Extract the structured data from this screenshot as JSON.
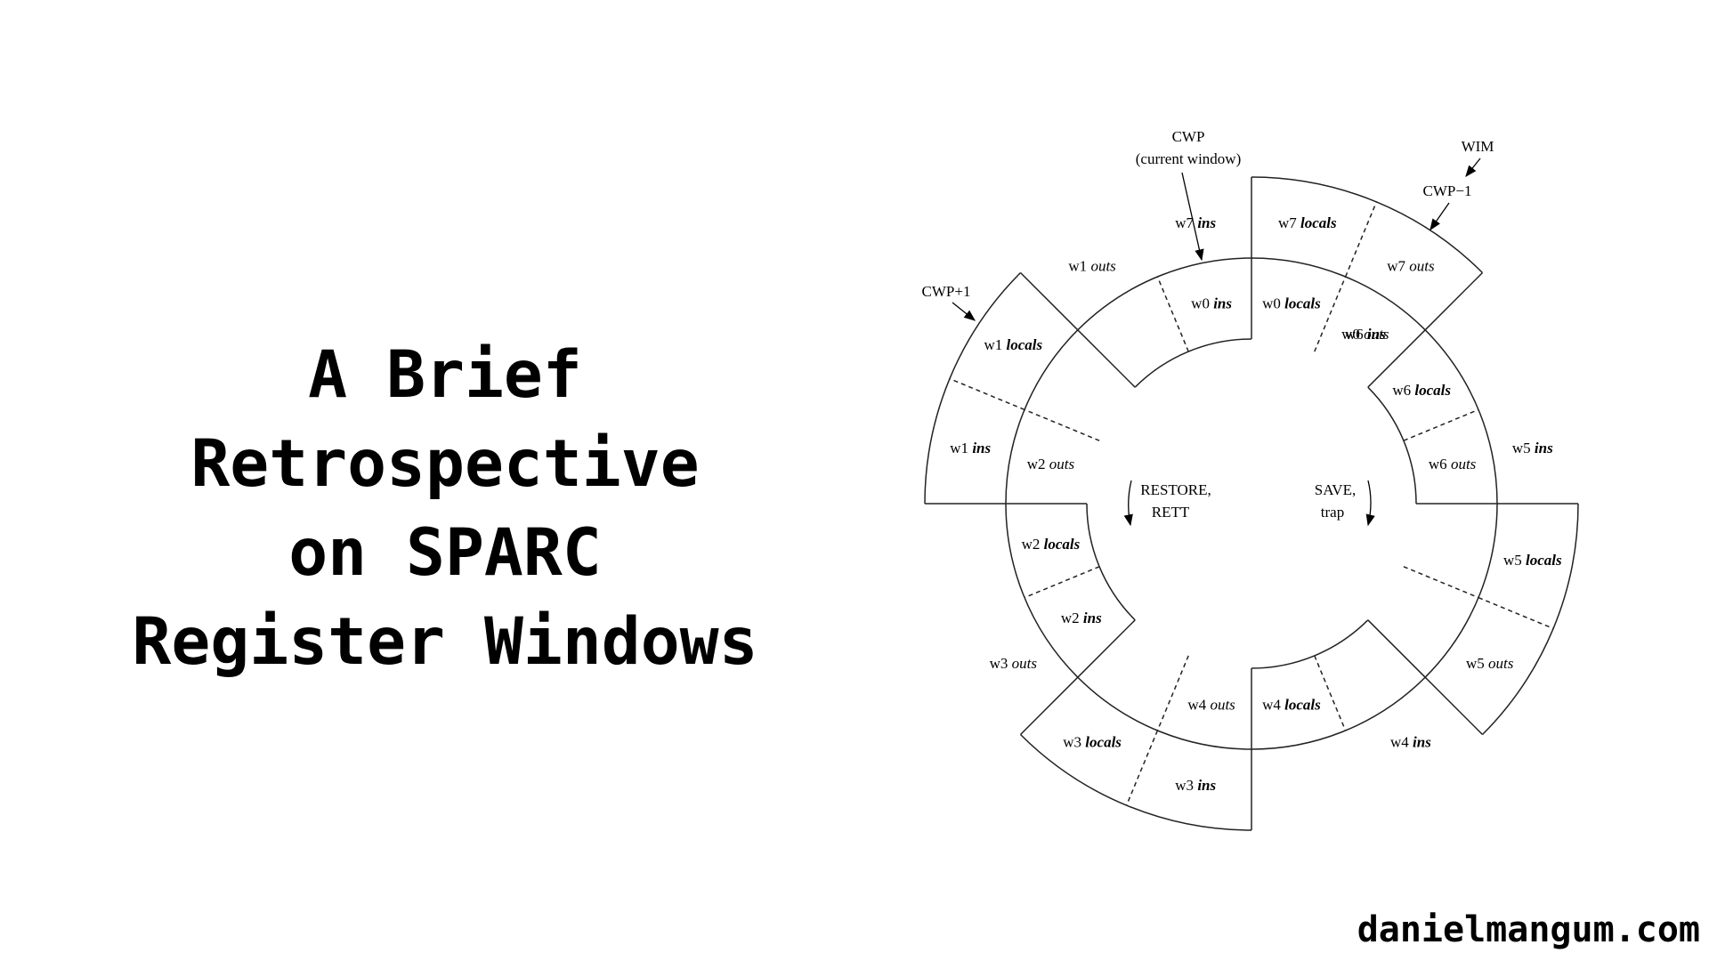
{
  "title": {
    "lines": [
      "A Brief",
      "Retrospective",
      "on SPARC",
      "Register Windows"
    ]
  },
  "footer": {
    "domain": "danielmangum.com"
  },
  "diagram": {
    "cwp_label": "CWP",
    "cwp_sub": "(current window)",
    "wim_label": "WIM",
    "cwp_minus_label": "CWP−1",
    "cwp_plus_label": "CWP+1",
    "restore_line1": "RESTORE,",
    "restore_line2": "RETT",
    "save_line1": "SAVE,",
    "save_line2": "trap",
    "windows": [
      {
        "name": "w0",
        "ins": "ins",
        "locals": "locals",
        "outs": "outs"
      },
      {
        "name": "w1",
        "ins": "ins",
        "locals": "locals",
        "outs": "outs"
      },
      {
        "name": "w2",
        "ins": "ins",
        "locals": "locals",
        "outs": "outs"
      },
      {
        "name": "w3",
        "ins": "ins",
        "locals": "locals",
        "outs": "outs"
      },
      {
        "name": "w4",
        "ins": "ins",
        "locals": "locals",
        "outs": "outs"
      },
      {
        "name": "w5",
        "ins": "ins",
        "locals": "locals",
        "outs": "outs"
      },
      {
        "name": "w6",
        "ins": "ins",
        "locals": "locals",
        "outs": "outs"
      },
      {
        "name": "w7",
        "ins": "ins",
        "locals": "locals",
        "outs": "outs"
      }
    ]
  }
}
